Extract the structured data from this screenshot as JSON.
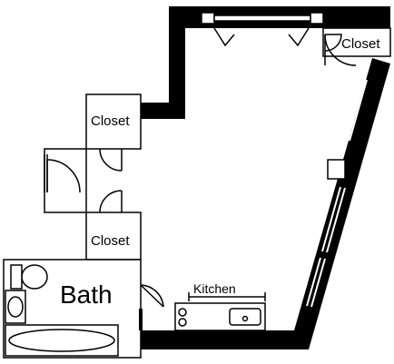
{
  "plan": {
    "labels": {
      "closet_top_right": "Closet",
      "closet_upper_left": "Closet",
      "closet_lower_left": "Closet",
      "bath": "Bath",
      "kitchen": "Kitchen"
    }
  }
}
